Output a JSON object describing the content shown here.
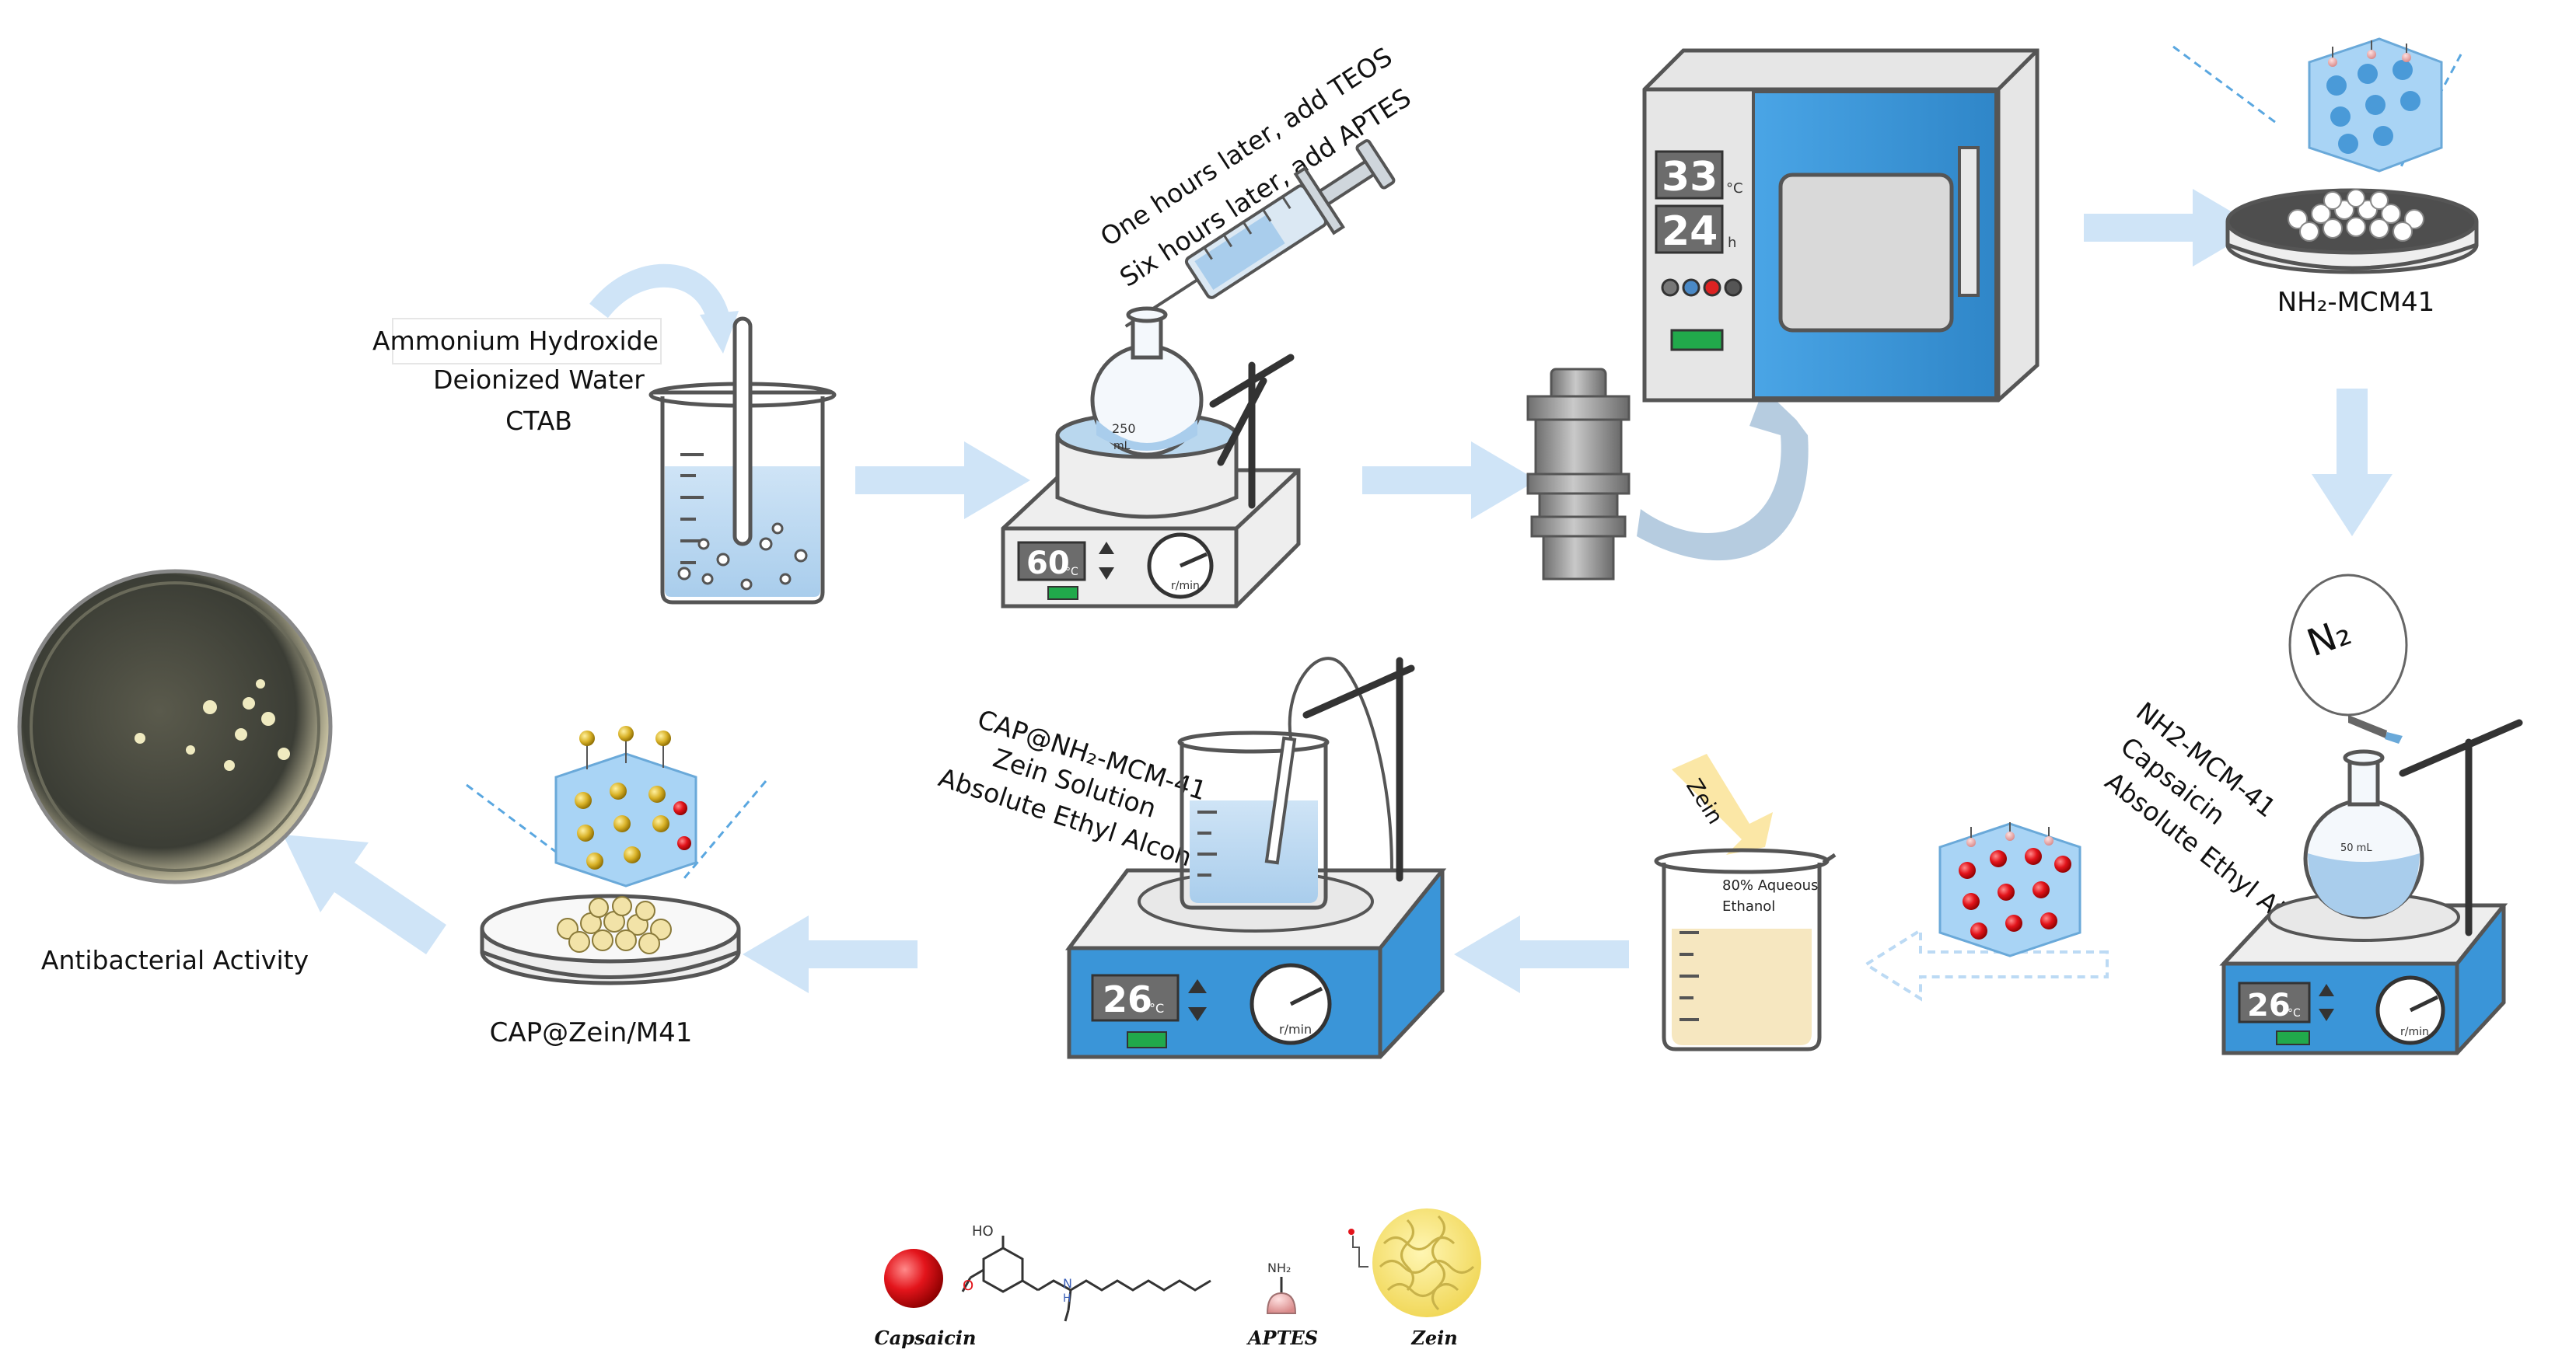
{
  "labels": {
    "ammonium": "Ammonium Hydroxide",
    "water": "Deionized Water",
    "ctab": "CTAB",
    "teos": "One hours later, add TEOS",
    "aptes_add": "Six hours later, add APTES",
    "flask_vol": "250",
    "flask_unit": "mL",
    "nh2_mcm41": "NH₂-MCM41",
    "n2": "N₂",
    "step5_line1": "NH2-MCM-41",
    "step5_line2": "Capsaicin",
    "step5_line3": "Absolute Ethyl Alcohol",
    "flask50": "50 mL",
    "zein_tag": "Zein",
    "ethanol_line1": "80% Aqueous",
    "ethanol_line2": "Ethanol",
    "step7_line1": "CAP@NH₂-MCM-41",
    "step7_line2": "Zein Solution",
    "step7_line3": "Absolute Ethyl Alcohol",
    "cap_zein": "CAP@Zein/M41",
    "antibacterial": "Antibacterial Activity"
  },
  "readouts": {
    "hotplate1_temp": "60",
    "hotplate2_temp": "26",
    "hotplate3_temp": "26",
    "temp_unit": "°C",
    "oven_temp": "33",
    "oven_time": "24",
    "oven_temp_unit": "°C",
    "oven_time_unit": "h",
    "rpm": "r/min"
  },
  "legend": {
    "capsaicin": "Capsaicin",
    "aptes": "APTES",
    "zein": "Zein",
    "ho": "HO",
    "o": "O",
    "n": "N",
    "h": "H",
    "nh2": "NH₂"
  },
  "colors": {
    "arrow": "#cfe4f7",
    "device_blue": "#3a95d8",
    "liquid_blue": "#b5d5ef",
    "zein_yellow": "#f4e27a",
    "capsaicin_red": "#e3141b",
    "screen_gray": "#6c6c6c",
    "green_button": "#21a94b"
  }
}
